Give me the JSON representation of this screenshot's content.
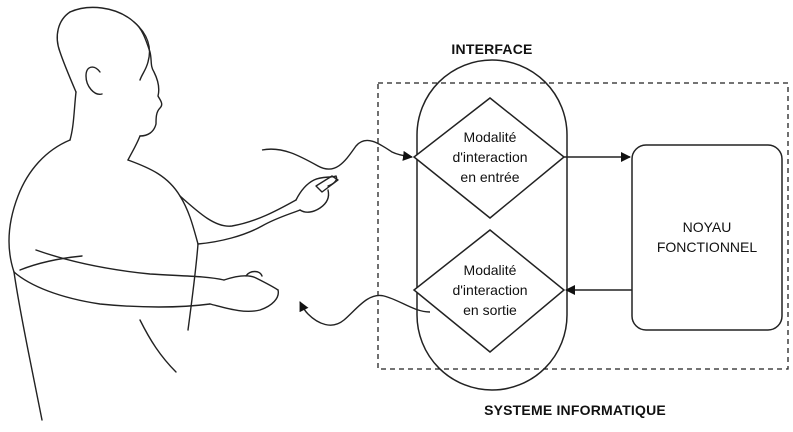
{
  "interface_label": "INTERFACE",
  "system_label": "SYSTEME INFORMATIQUE",
  "input_modality": {
    "line1": "Modalité",
    "line2": "d'interaction",
    "line3": "en entrée"
  },
  "output_modality": {
    "line1": "Modalité",
    "line2": "d'interaction",
    "line3": "en sortie"
  },
  "core": {
    "line1": "NOYAU",
    "line2": "FONCTIONNEL"
  }
}
